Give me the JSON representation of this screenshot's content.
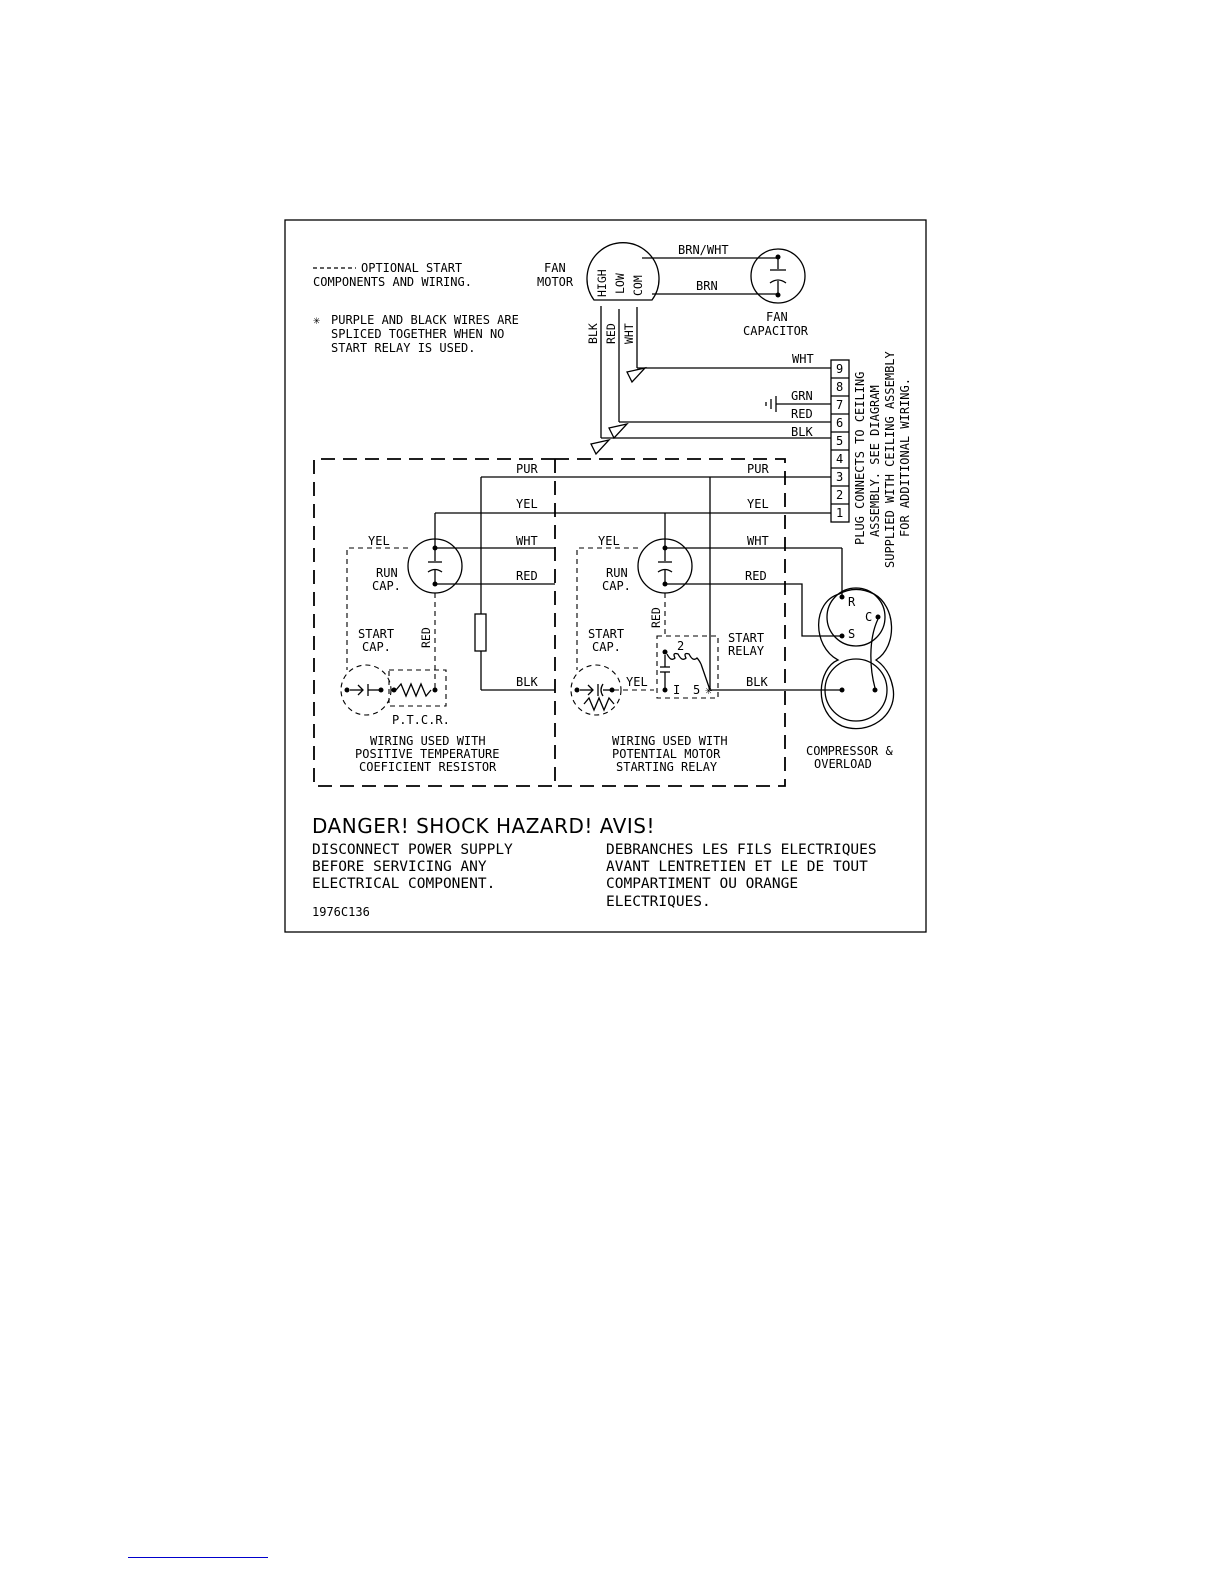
{
  "legend": {
    "optional_line1": "OPTIONAL START",
    "optional_line2": "COMPONENTS AND WIRING.",
    "note_line1": "PURPLE AND BLACK WIRES ARE",
    "note_line2": "SPLICED TOGETHER WHEN NO",
    "note_line3": "START RELAY IS USED."
  },
  "fan_motor": {
    "label_line1": "FAN",
    "label_line2": "MOTOR",
    "terminals": [
      "HIGH",
      "LOW",
      "COM"
    ]
  },
  "fan_capacitor": {
    "label_line1": "FAN",
    "label_line2": "CAPACITOR"
  },
  "wires": {
    "brn_wht": "BRN/WHT",
    "brn": "BRN",
    "blk": "BLK",
    "red": "RED",
    "wht": "WHT",
    "grn": "GRN",
    "pur": "PUR",
    "yel": "YEL"
  },
  "plug": {
    "pins": [
      "9",
      "8",
      "7",
      "6",
      "5",
      "4",
      "3",
      "2",
      "1"
    ],
    "note_line1": "PLUG CONNECTS TO CEILING",
    "note_line2": "ASSEMBLY.  SEE DIAGRAM",
    "note_line3": "SUPPLIED WITH CEILING ASSEMBLY",
    "note_line4": "FOR ADDITIONAL WIRING."
  },
  "left_panel": {
    "run_cap_line1": "RUN",
    "run_cap_line2": "CAP.",
    "start_cap_line1": "START",
    "start_cap_line2": "CAP.",
    "ptcr": "P.T.C.R.",
    "caption_line1": "WIRING USED WITH",
    "caption_line2": "POSITIVE TEMPERATURE",
    "caption_line3": "COEFICIENT RESISTOR"
  },
  "right_panel": {
    "run_cap_line1": "RUN",
    "run_cap_line2": "CAP.",
    "start_cap_line1": "START",
    "start_cap_line2": "CAP.",
    "relay_line1": "START",
    "relay_line2": "RELAY",
    "relay_pin_2": "2",
    "relay_pin_1": "I",
    "relay_pin_5": "5",
    "caption_line1": "WIRING USED WITH",
    "caption_line2": "POTENTIAL MOTOR",
    "caption_line3": "STARTING RELAY"
  },
  "compressor": {
    "terminal_r": "R",
    "terminal_c": "C",
    "terminal_s": "S",
    "label_line1": "COMPRESSOR &",
    "label_line2": "OVERLOAD"
  },
  "warning": {
    "heading": "DANGER! SHOCK HAZARD! AVIS!",
    "en_line1": "DISCONNECT POWER SUPPLY",
    "en_line2": "BEFORE SERVICING ANY",
    "en_line3": "ELECTRICAL COMPONENT.",
    "fr_line1": "DEBRANCHES LES FILS ELECTRIQUES",
    "fr_line2": "AVANT LENTRETIEN ET LE DE TOUT",
    "fr_line3": "COMPARTIMENT OU ORANGE",
    "fr_line4": "ELECTRIQUES."
  },
  "drawing_number": "1976C136"
}
